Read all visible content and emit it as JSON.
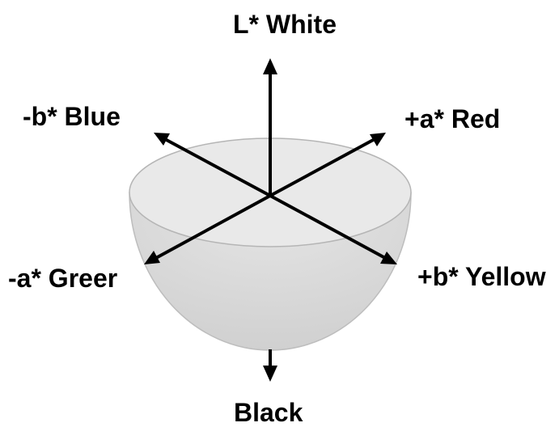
{
  "diagram": {
    "labels": {
      "white": "L* White",
      "blue": "-b* Blue",
      "red": "+a* Red",
      "green": "-a* Greer",
      "yellow": "+b* Yellow",
      "black": "Black"
    },
    "colors": {
      "axis": "#000000",
      "sphere_top": "#e8e8e8",
      "sphere_body": "#d8d8d8",
      "sphere_outline": "#b5b5b5",
      "background": "#ffffff"
    }
  }
}
